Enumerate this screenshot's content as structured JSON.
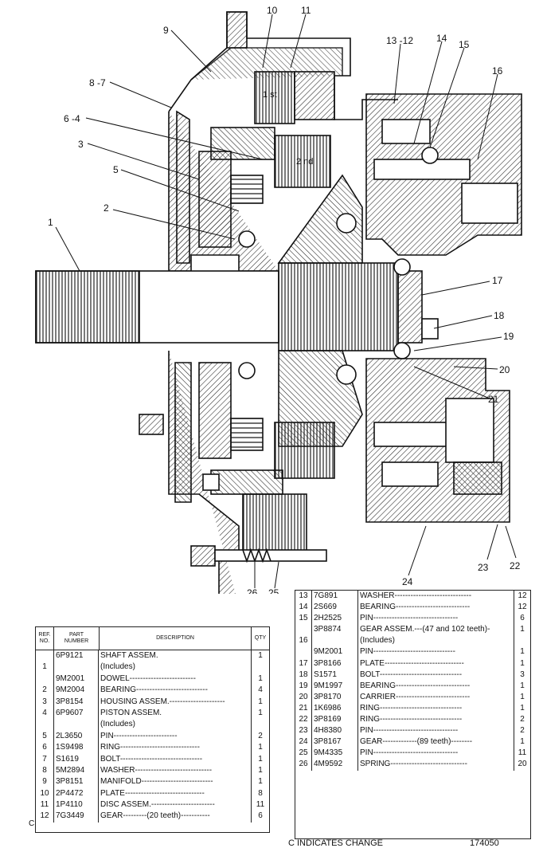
{
  "callouts": [
    "1",
    "2",
    "3",
    "5",
    "6 -4",
    "8 -7",
    "9",
    "10",
    "11",
    "13 -12",
    "14",
    "15",
    "16",
    "17",
    "18",
    "19",
    "20",
    "21",
    "22",
    "23",
    "24",
    "25",
    "26"
  ],
  "diagram_labels": {
    "first": "1 st",
    "second": "2 nd"
  },
  "left_table": {
    "headers": {
      "ref": [
        "REF.",
        "NO."
      ],
      "part": [
        "PART",
        "NUMBER"
      ],
      "desc": "DESCRIPTION",
      "qty": "QTY"
    },
    "rows": [
      {
        "ref": "",
        "part": "6P9121",
        "desc": "SHAFT ASSEM.",
        "qty": "1"
      },
      {
        "ref": "1",
        "part": "",
        "desc": "(Includes)",
        "qty": "",
        "sub": true
      },
      {
        "ref": "",
        "part": "9M2001",
        "desc": "DOWEL-------------------------",
        "qty": "1",
        "sub": true
      },
      {
        "ref": "2",
        "part": "9M2004",
        "desc": "BEARING---------------------------",
        "qty": "4"
      },
      {
        "ref": "3",
        "part": "3P8154",
        "desc": "HOUSING ASSEM.---------------------",
        "qty": "1"
      },
      {
        "ref": "4",
        "part": "6P9607",
        "desc": "PISTON ASSEM.",
        "qty": "1"
      },
      {
        "ref": "",
        "part": "",
        "desc": "(Includes)",
        "qty": "",
        "sub": true
      },
      {
        "ref": "5",
        "part": "2L3650",
        "desc": "PIN------------------------",
        "qty": "2",
        "sub": true
      },
      {
        "ref": "6",
        "part": "1S9498",
        "desc": "RING------------------------------",
        "qty": "1"
      },
      {
        "ref": "7",
        "part": "S1619",
        "desc": "BOLT-------------------------------",
        "qty": "1"
      },
      {
        "ref": "8",
        "part": "5M2894",
        "desc": "WASHER-----------------------------",
        "qty": "1"
      },
      {
        "ref": "9",
        "part": "3P8151",
        "desc": "MANIFOLD---------------------------",
        "qty": "1"
      },
      {
        "ref": "10",
        "part": "2P4472",
        "desc": "PLATE------------------------------",
        "qty": "8"
      },
      {
        "ref": "11",
        "part": "1P4110",
        "desc": "DISC ASSEM.------------------------",
        "qty": "11"
      },
      {
        "ref": "12",
        "part": "7G3449",
        "desc": "GEAR---------(20 teeth)-----------",
        "qty": "6"
      }
    ]
  },
  "right_table": {
    "rows": [
      {
        "ref": "13",
        "part": "7G891",
        "desc": "WASHER-----------------------------",
        "qty": "12"
      },
      {
        "ref": "14",
        "part": "2S669",
        "desc": "BEARING----------------------------",
        "qty": "12"
      },
      {
        "ref": "15",
        "part": "2H2525",
        "desc": "PIN--------------------------------",
        "qty": "6"
      },
      {
        "ref": "",
        "part": "3P8874",
        "desc": "GEAR ASSEM.---(47 and 102 teeth)-",
        "qty": "1"
      },
      {
        "ref": "16",
        "part": "",
        "desc": "(Includes)",
        "qty": "",
        "sub": true
      },
      {
        "ref": "",
        "part": "9M2001",
        "desc": "PIN-------------------------------",
        "qty": "1",
        "sub": true
      },
      {
        "ref": "17",
        "part": "3P8166",
        "desc": "PLATE------------------------------",
        "qty": "1"
      },
      {
        "ref": "18",
        "part": "S1571",
        "desc": "BOLT-------------------------------",
        "qty": "3"
      },
      {
        "ref": "19",
        "part": "9M1997",
        "desc": "BEARING----------------------------",
        "qty": "1"
      },
      {
        "ref": "20",
        "part": "3P8170",
        "desc": "CARRIER----------------------------",
        "qty": "1"
      },
      {
        "ref": "21",
        "part": "1K6986",
        "desc": "RING-------------------------------",
        "qty": "1"
      },
      {
        "ref": "22",
        "part": "3P8169",
        "desc": "RING-------------------------------",
        "qty": "2"
      },
      {
        "ref": "23",
        "part": "4H8380",
        "desc": "PIN--------------------------------",
        "qty": "2"
      },
      {
        "ref": "24",
        "part": "3P8167",
        "desc": "GEAR-------------(89 teeth)--------",
        "qty": "1"
      },
      {
        "ref": "25",
        "part": "9M4335",
        "desc": "PIN--------------------------------",
        "qty": "11"
      },
      {
        "ref": "26",
        "part": "4M9592",
        "desc": "SPRING-----------------------------",
        "qty": "20"
      }
    ]
  },
  "change_mark": "C",
  "footer_note": "C  INDICATES CHANGE",
  "figure_number": "174050"
}
